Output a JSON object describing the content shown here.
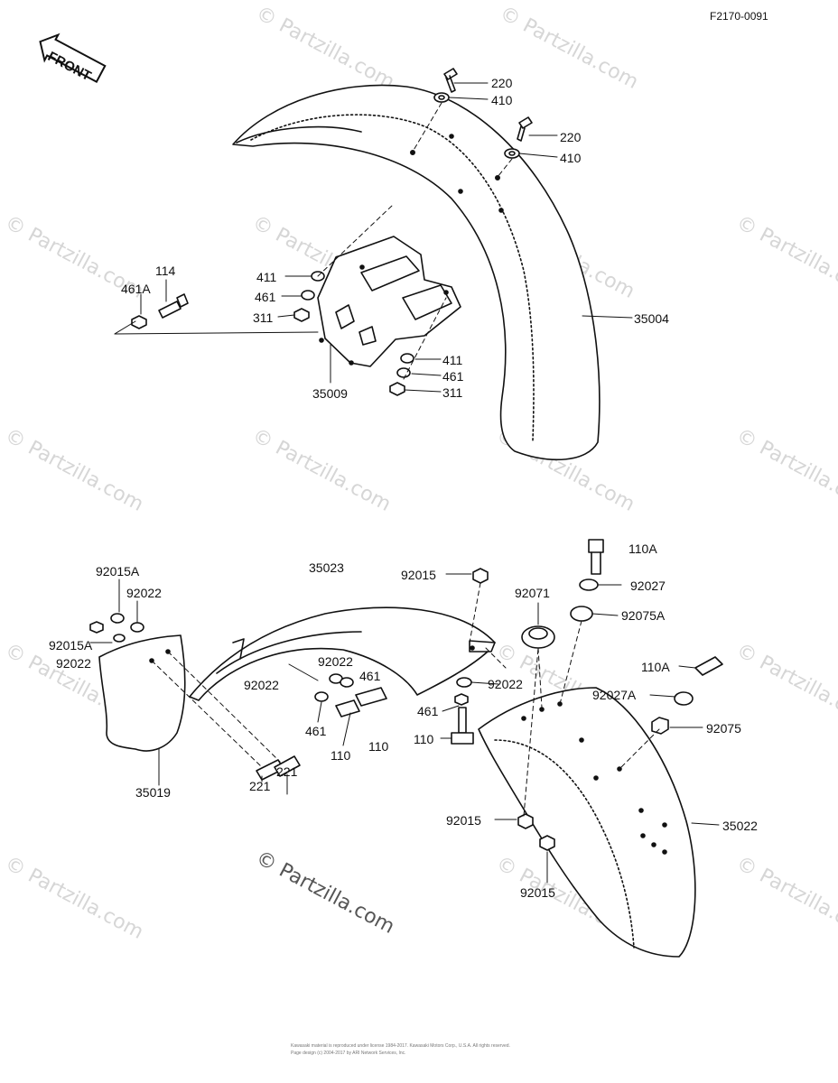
{
  "drawing_code": "F2170-0091",
  "front_label": "FRONT",
  "watermark_text": "© Partzilla.com",
  "copyright_lines": [
    "Kawasaki material is reproduced under license 1984-2017. Kawasaki Motors Corp., U.S.A. All rights reserved.",
    "Page design (c) 2004-2017 by ARI Network Services, Inc."
  ],
  "part_labels": {
    "p220a": "220",
    "p410a": "410",
    "p220b": "220",
    "p410b": "410",
    "p114": "114",
    "p461A": "461A",
    "p411a": "411",
    "p461a": "461",
    "p311a": "311",
    "p35004": "35004",
    "p35009": "35009",
    "p411b": "411",
    "p461b": "461",
    "p311b": "311",
    "p35023": "35023",
    "p92015A_a": "92015A",
    "p92022_a": "92022",
    "p92015A_b": "92015A",
    "p92022_b": "92022",
    "p35019": "35019",
    "p92022_c": "92022",
    "p92022_d": "92022",
    "p461c": "461",
    "p461d": "461",
    "p221a": "221",
    "p221b": "221",
    "p110a": "110",
    "p110b": "110",
    "p110c": "110",
    "p92015_a": "92015",
    "p92022_e": "92022",
    "p461e": "461",
    "p92071": "92071",
    "p110A_a": "110A",
    "p92027": "92027",
    "p92075A": "92075A",
    "p110A_b": "110A",
    "p92027A": "92027A",
    "p92075": "92075",
    "p35022": "35022",
    "p92015_b": "92015",
    "p92015_c": "92015"
  }
}
